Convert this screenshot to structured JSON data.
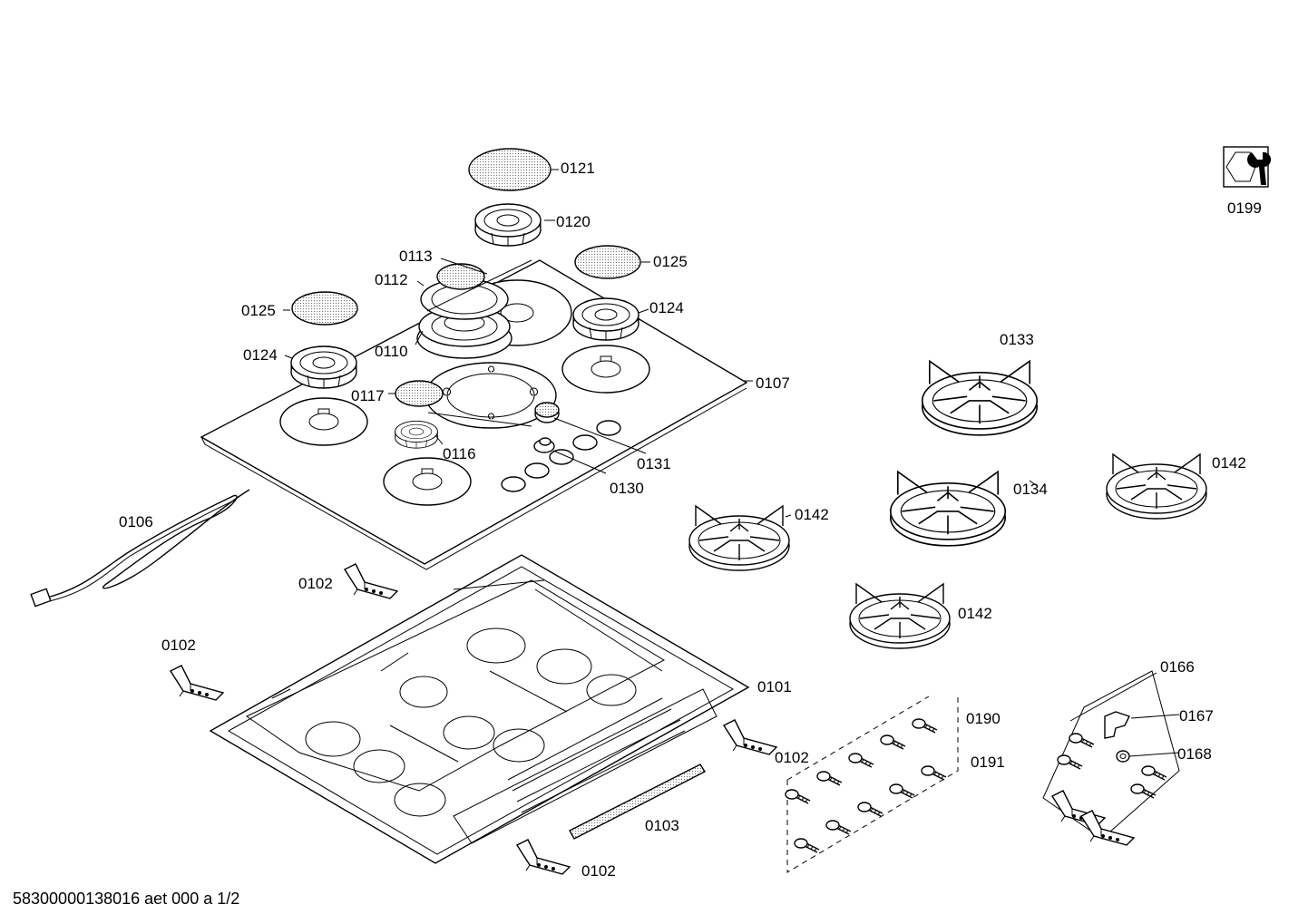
{
  "parts": [
    {
      "id": "p0121",
      "number": "0121",
      "item": "burner-cap-large"
    },
    {
      "id": "p0120",
      "number": "0120",
      "item": "burner-head-large"
    },
    {
      "id": "p0113",
      "number": "0113",
      "item": "burner-cap-small-inner"
    },
    {
      "id": "p0112",
      "number": "0112",
      "item": "burner-ring"
    },
    {
      "id": "p0125a",
      "number": "0125",
      "item": "burner-cap-right"
    },
    {
      "id": "p0125b",
      "number": "0125",
      "item": "burner-cap-left"
    },
    {
      "id": "p0124a",
      "number": "0124",
      "item": "burner-head-right"
    },
    {
      "id": "p0124b",
      "number": "0124",
      "item": "burner-head-left"
    },
    {
      "id": "p0110",
      "number": "0110",
      "item": "wok-burner"
    },
    {
      "id": "p0117",
      "number": "0117",
      "item": "burner-cap-small"
    },
    {
      "id": "p0116",
      "number": "0116",
      "item": "burner-head-small"
    },
    {
      "id": "p0107",
      "number": "0107",
      "item": "hob-top-glass"
    },
    {
      "id": "p0131",
      "number": "0131",
      "item": "control-knob"
    },
    {
      "id": "p0130",
      "number": "0130",
      "item": "knob-bezel"
    },
    {
      "id": "p0106",
      "number": "0106",
      "item": "power-cable"
    },
    {
      "id": "p0102a",
      "number": "0102",
      "item": "mounting-bracket"
    },
    {
      "id": "p0102b",
      "number": "0102",
      "item": "mounting-bracket"
    },
    {
      "id": "p0102c",
      "number": "0102",
      "item": "mounting-bracket"
    },
    {
      "id": "p0102d",
      "number": "0102",
      "item": "mounting-bracket"
    },
    {
      "id": "p0101",
      "number": "0101",
      "item": "base-tray"
    },
    {
      "id": "p0103",
      "number": "0103",
      "item": "seal-strip"
    },
    {
      "id": "p0133",
      "number": "0133",
      "item": "pan-support"
    },
    {
      "id": "p0134",
      "number": "0134",
      "item": "pan-support"
    },
    {
      "id": "p0142a",
      "number": "0142",
      "item": "pan-support"
    },
    {
      "id": "p0142b",
      "number": "0142",
      "item": "pan-support"
    },
    {
      "id": "p0142c",
      "number": "0142",
      "item": "pan-support"
    },
    {
      "id": "p0190",
      "number": "0190",
      "item": "screw-set"
    },
    {
      "id": "p0191",
      "number": "0191",
      "item": "screw-set"
    },
    {
      "id": "p0166",
      "number": "0166",
      "item": "fitting-kit"
    },
    {
      "id": "p0167",
      "number": "0167",
      "item": "gas-connector"
    },
    {
      "id": "p0168",
      "number": "0168",
      "item": "seal-washer"
    },
    {
      "id": "p0199",
      "number": "0199",
      "item": "service-tool"
    }
  ],
  "footer": {
    "text": "58300000138016 aet 000 a 1/2"
  }
}
